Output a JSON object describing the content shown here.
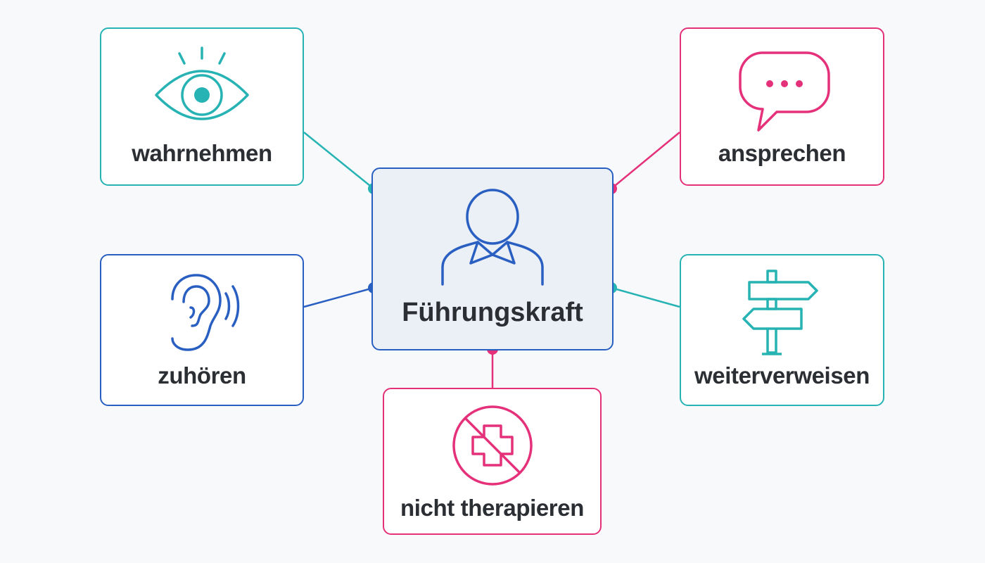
{
  "center": {
    "label": "Führungskraft",
    "icon": "person-icon",
    "color": "#2a5fc2"
  },
  "nodes": {
    "wahrnehmen": {
      "label": "wahrnehmen",
      "icon": "eye-icon",
      "color": "#27b3b4"
    },
    "ansprechen": {
      "label": "ansprechen",
      "icon": "speech-bubble-icon",
      "color": "#e4317a"
    },
    "zuhoeren": {
      "label": "zuhören",
      "icon": "ear-icon",
      "color": "#2a5fc2"
    },
    "weiterverweisen": {
      "label": "weiterverweisen",
      "icon": "signpost-icon",
      "color": "#27b3b4"
    },
    "nicht_therapieren": {
      "label": "nicht therapieren",
      "icon": "no-medical-cross-icon",
      "color": "#e4317a"
    }
  },
  "connections": [
    {
      "from": "center",
      "to": "wahrnehmen",
      "color": "#27b3b4"
    },
    {
      "from": "center",
      "to": "ansprechen",
      "color": "#e4317a"
    },
    {
      "from": "center",
      "to": "zuhoeren",
      "color": "#2a5fc2"
    },
    {
      "from": "center",
      "to": "weiterverweisen",
      "color": "#27b3b4"
    },
    {
      "from": "center",
      "to": "nicht_therapieren",
      "color": "#e4317a"
    }
  ]
}
